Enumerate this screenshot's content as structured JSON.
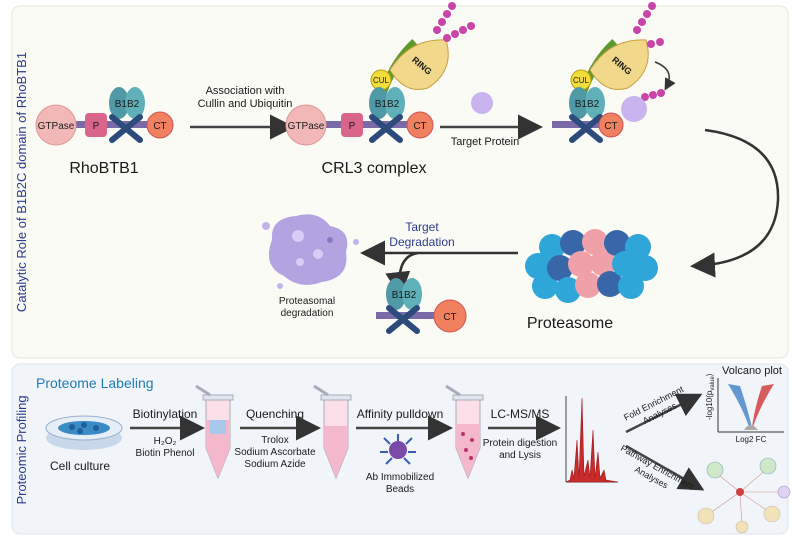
{
  "top_panel": {
    "side_label": "Catalytic Role of B1B2C domain of RhoBTB1",
    "rhobtb1": {
      "title": "RhoBTB1",
      "gtpase": "GTPase",
      "p": "P",
      "b1b2": "B1B2",
      "ct": "CT"
    },
    "association": {
      "line1": "Association with",
      "line2": "Cullin and Ubiquitin"
    },
    "crl3": {
      "title": "CRL3 complex",
      "gtpase": "GTPase",
      "p": "P",
      "b1b2": "B1B2",
      "ct": "CT",
      "cul": "CUL",
      "ring": "RING"
    },
    "target_protein": "Target Protein",
    "bound": {
      "b1b2": "B1B2",
      "ct": "CT",
      "cul": "CUL",
      "ring": "RING"
    },
    "target_degradation": {
      "line1": "Target",
      "line2": "Degradation"
    },
    "proteasome": "Proteasome",
    "proteasomal": {
      "line1": "Proteasomal",
      "line2": "degradation"
    },
    "released": {
      "b1b2": "B1B2",
      "ct": "CT"
    }
  },
  "bottom_panel": {
    "side_label": "Proteomic Profiling",
    "heading": "Proteome Labeling",
    "cell_culture": "Cell culture",
    "biotinylation": {
      "title": "Biotinylation",
      "line1": "H₂O₂",
      "line2": "Biotin Phenol"
    },
    "quenching": {
      "title": "Quenching",
      "line1": "Trolox",
      "line2": "Sodium Ascorbate",
      "line3": "Sodium Azide"
    },
    "affinity": {
      "title": "Affinity pulldown",
      "line1": "Ab Immobilized",
      "line2": "Beads"
    },
    "lcms": {
      "title": "LC-MS/MS",
      "line1": "Protein digestion",
      "line2": "and Lysis"
    },
    "fold": {
      "line1": "Fold Enrichment",
      "line2": "Analyses"
    },
    "pathway": {
      "line1": "Pathway Enrichment",
      "line2": "Analyses"
    },
    "volcano": {
      "title": "Volcano plot",
      "ylabel": "-log10(p",
      "ysub": "value",
      "yclose": ")",
      "xlabel": "Log2 FC"
    }
  },
  "colors": {
    "panel_top": "#fbfbf6",
    "panel_bottom": "#f1f5fa",
    "side_text": "#2b3a8c",
    "heading": "#1f7bb5",
    "gtpase": "#f2b8b8",
    "p_domain": "#d9668a",
    "b1b2": "#4f9aa6",
    "ct": "#f08060",
    "proteasome_blue": "#2fa6d8",
    "proteasome_pink": "#f0a0a8"
  }
}
